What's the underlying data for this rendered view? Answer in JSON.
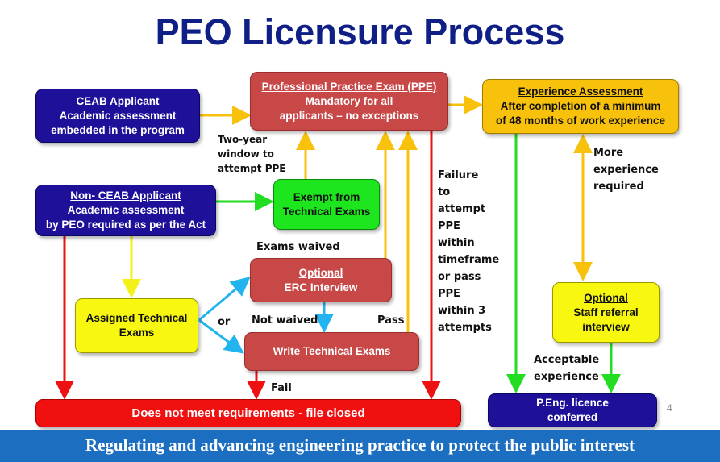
{
  "title": "PEO Licensure Process",
  "boxes": {
    "ceab": {
      "heading": "CEAB  Applicant",
      "line1": "Academic assessment",
      "line2": "embedded in the program"
    },
    "non_ceab": {
      "heading": "Non- CEAB  Applicant",
      "line1": "Academic assessment",
      "line2": "by PEO required as per the Act"
    },
    "ppe": {
      "heading": "Professional Practice Exam (PPE)",
      "line1_a": "Mandatory for ",
      "line1_b": "all",
      "line2": "applicants – no exceptions"
    },
    "experience": {
      "heading": "Experience Assessment",
      "line1": "After completion of a minimum",
      "line2": "of 48 months of work experience"
    },
    "exempt": {
      "line1": "Exempt from",
      "line2": "Technical Exams"
    },
    "erc": {
      "heading": "Optional",
      "line1": "ERC Interview"
    },
    "assigned": {
      "line1": "Assigned Technical",
      "line2": "Exams"
    },
    "write": {
      "line1": "Write Technical Exams"
    },
    "staff": {
      "heading": "Optional",
      "line1": "Staff referral",
      "line2": "interview"
    },
    "closed": {
      "line1": "Does not meet requirements - file closed"
    },
    "licence": {
      "line1": "P.Eng. licence",
      "line2": "conferred"
    }
  },
  "labels": {
    "two_year": [
      "Two-year",
      "window to",
      "attempt PPE"
    ],
    "exams_waived": "Exams waived",
    "or": "or",
    "not_waived": "Not waived",
    "pass": "Pass",
    "fail": "Fail",
    "failure": [
      "Failure",
      "to",
      "attempt",
      "PPE",
      "within",
      "timeframe",
      "or pass",
      "PPE",
      "within 3",
      "attempts"
    ],
    "more_experience": [
      "More",
      "experience",
      "required"
    ],
    "acceptable": [
      "Acceptable",
      "experience"
    ]
  },
  "page_number": "4",
  "footer": "Regulating and advancing engineering practice to protect the public interest"
}
